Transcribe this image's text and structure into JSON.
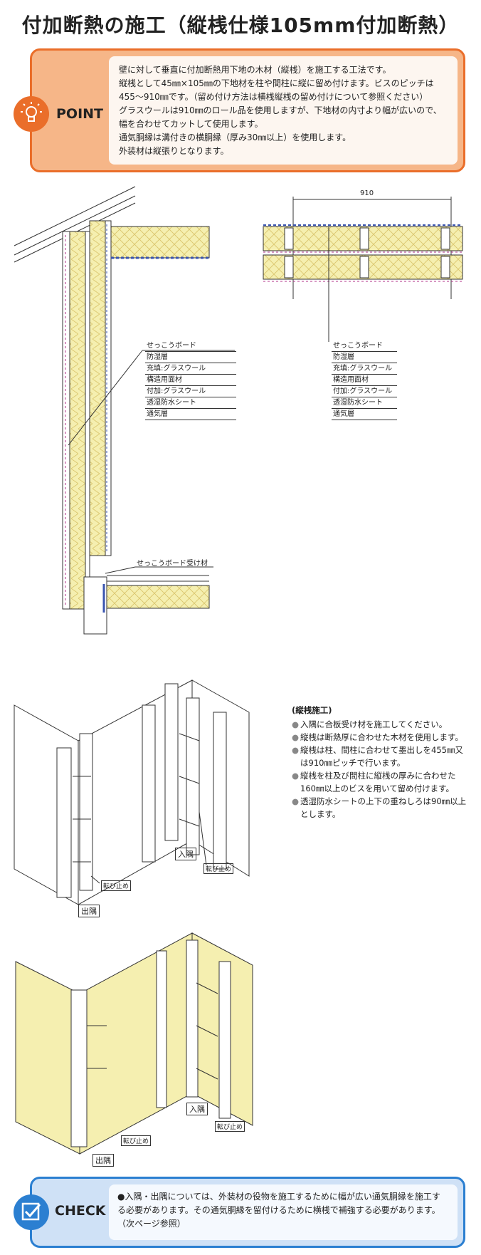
{
  "title": "付加断熱の施工（縦桟仕様105mm付加断熱）",
  "point": {
    "label": "POINT",
    "icon": "lightbulb-icon",
    "lines": [
      "壁に対して垂直に付加断熱用下地の木材（縦桟）を施工する工法です。",
      "縦桟として45㎜×105㎜の下地材を柱や間柱に縦に留め付けます。ビスのピッチは",
      "455～910㎜です。（留め付け方法は横桟縦桟の留め付けについて参照ください）",
      "グラスウールは910㎜のロール品を使用しますが、下地材の内寸より幅が広いので、",
      "幅を合わせてカットして使用します。",
      "通気胴縁は溝付きの横胴縁（厚み30㎜以上）を使用します。",
      "外装材は縦張りとなります。"
    ]
  },
  "section_legend": [
    "せっこうボード",
    "防湿層",
    "充填:グラスウール",
    "構造用面材",
    "付加:グラスウール",
    "透湿防水シート",
    "通気層"
  ],
  "plan_legend": [
    "せっこうボード",
    "防湿層",
    "充填:グラスウール",
    "構造用面材",
    "付加:グラスウール",
    "透湿防水シート",
    "通気層"
  ],
  "plan_dimension": "910",
  "gypsum_receiver_label": "せっこうボード受け材",
  "notes": {
    "heading": "(縦桟施工)",
    "items": [
      "入隅に合板受け材を施工してください。",
      "縦桟は断熱厚に合わせた木材を使用します。",
      "縦桟は柱、間柱に合わせて墨出しを455㎜又は910㎜ピッチで行います。",
      "縦桟を柱及び間柱に縦桟の厚みに合わせた160㎜以上のビスを用いて留め付けます。",
      "透湿防水シートの上下の重ねしろは90㎜以上とします。"
    ]
  },
  "diagram_labels": {
    "upper_inside_corner": "入隅",
    "upper_outside_corner": "出隅",
    "upper_twist_stop_1": "転び止め",
    "upper_twist_stop_2": "転び止め",
    "lower_inside_corner": "入隅",
    "lower_outside_corner": "出隅",
    "lower_twist_stop_1": "転び止め",
    "lower_twist_stop_2": "転び止め"
  },
  "check": {
    "label": "CHECK",
    "icon": "checkbox-icon",
    "lines": [
      "●入隅・出隅については、外装材の役物を施工するために幅が広い通気胴縁を施工す",
      "る必要があります。その通気胴縁を留付けるために横桟で補強する必要があります。",
      "（次ページ参照）"
    ]
  },
  "colors": {
    "orange": "#ea6e2a",
    "peach": "#f6b688",
    "blue": "#2b7fd1",
    "insulation": "#f5efb0"
  }
}
